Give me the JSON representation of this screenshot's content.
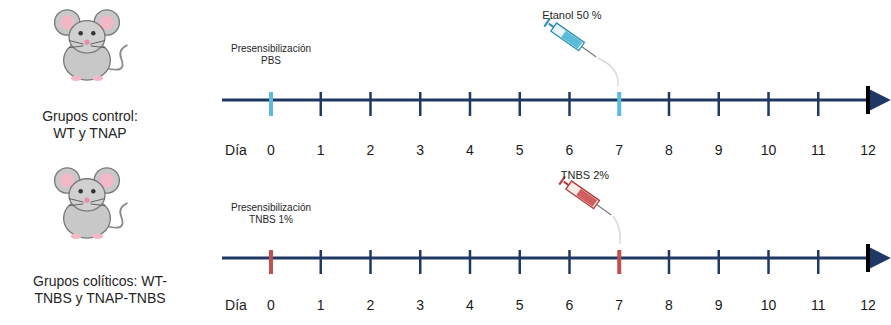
{
  "diagram": {
    "labels": [
      "Etanol 50 %",
      "Presensibilización PBS",
      "Grupos control: WT y TNAP",
      "Día",
      "0",
      "1",
      "2",
      "3",
      "4",
      "5",
      "6",
      "7",
      "8",
      "9",
      "10",
      "11",
      "12",
      "TNBS 2%",
      "Presensibilización TNBS 1%",
      "Grupos colíticos: WT-TNBS y TNAP-TNBS",
      "Día",
      "0",
      "1",
      "2",
      "3",
      "4",
      "5",
      "6",
      "7",
      "8",
      "9",
      "10",
      "11",
      "12"
    ]
  }
}
